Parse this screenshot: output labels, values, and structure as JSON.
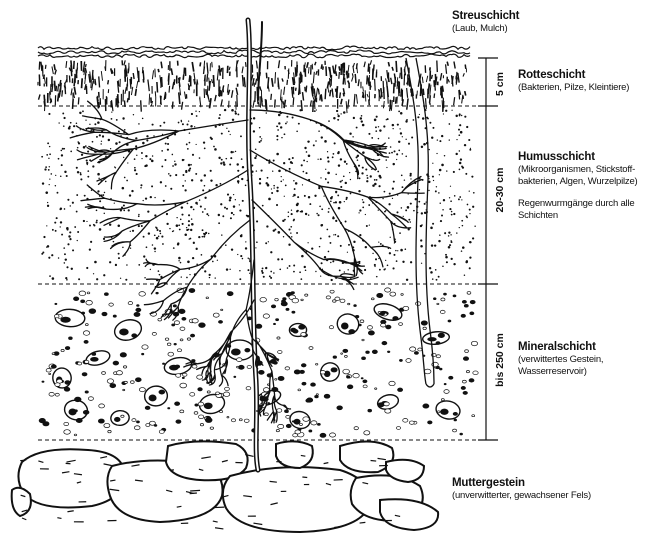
{
  "layers": [
    {
      "name": "Streuschicht",
      "sub": "(Laub, Mulch)"
    },
    {
      "name": "Rotteschicht",
      "sub": "(Bakterien, Pilze, Kleintiere)"
    },
    {
      "name": "Humusschicht",
      "sub": "(Mikroorganismen, Stickstoff- bakterien, Algen, Wurzelpilze)",
      "note": "Regenwurmgänge durch alle Schichten"
    },
    {
      "name": "Mineralschicht",
      "sub": "(verwittertes Gestein, Wasserreservoir)"
    },
    {
      "name": "Muttergestein",
      "sub": "(unverwitterter, gewachsener Fels)"
    }
  ],
  "dimensions": {
    "rotte": "5 cm",
    "humus": "20-30 cm",
    "mineral": "bis 250 cm"
  },
  "colors": {
    "ink": "#111111",
    "paper": "#ffffff"
  }
}
